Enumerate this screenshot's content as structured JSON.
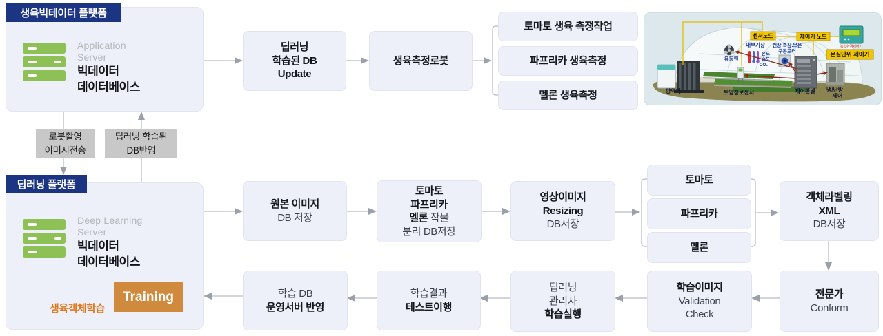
{
  "colors": {
    "badge_navy": "#1b3583",
    "box_lavender": "#edf0f9",
    "gray_label": "#c8c8c8",
    "server_green": "#8ec155",
    "training_orange": "#cf8a3d",
    "accent_orange": "#e2761a",
    "yellow_tag": "#f3c400",
    "blue_note": "#1d3f9e"
  },
  "top": {
    "badge": "생육빅테이터 플랫폼",
    "server": {
      "en1": "Application",
      "en2": "Server",
      "ko1": "빅데이터",
      "ko2": "데이터베이스"
    },
    "db_update": {
      "l1": "딥러닝",
      "l2": "학습된 DB",
      "l3": "Update"
    },
    "robot": "생육측정로봇",
    "tasks": [
      "토마토 생육 측정작업",
      "파프리카 생육측정",
      "멜론 생육측정"
    ]
  },
  "transfer": {
    "robot_upload": {
      "l1": "로봇촬영",
      "l2": "이미지전송"
    },
    "db_reflect": {
      "l1": "딥러닝 학습된",
      "l2": "DB반영"
    }
  },
  "bottom": {
    "badge": "딥러닝 플랫폼",
    "server": {
      "en1": "Deep Learning",
      "en2": "Server",
      "ko1": "빅데이터",
      "ko2": "데이터베이스"
    },
    "training": "Training",
    "training_label": "생육객체학습",
    "origin": {
      "b1": "원본 이미지",
      "r1": "DB 저장"
    },
    "separate": {
      "b1": "토마토",
      "b2": "파프리카",
      "b3": "멜론",
      "r3": " 작물",
      "r4": "분리 DB저장"
    },
    "resizing": {
      "b1": "영상이미지",
      "b2": "Resizing",
      "r1": "DB저장"
    },
    "crops": [
      "토마토",
      "파프리카",
      "멜론"
    ],
    "labeling": {
      "b1": "객체라벨링",
      "b2": "XML",
      "r1": "DB저장"
    },
    "expert": {
      "b1": "전문가",
      "r1": "Conform"
    },
    "validation": {
      "b1": "학습이미지",
      "r1": "Validation",
      "r2": "Check"
    },
    "train_run": {
      "r1": "딥러닝",
      "r2": "관리자",
      "b1": "학습실행"
    },
    "test": {
      "r1": "학습결과",
      "b1": "테스트이행"
    },
    "deploy": {
      "r1": "학습 DB",
      "b1": "운영서버 반영"
    }
  },
  "greenhouse": {
    "sensor_node": "센서노드",
    "controller_node": "제어기 노드",
    "unit_controller": "온실단위 제어기",
    "device_caption": "복합환경제어기",
    "inner_weather": "내부기상",
    "motor1": "천장.측장.보온",
    "motor2": "구동모터",
    "fan": "유동팬",
    "temp": "온도",
    "humid": "습도",
    "co2": "CO₂",
    "nutrient": "양액기",
    "soil_sensor": "토양정보센서",
    "panel": "제어판넬",
    "hvac1": "냉/난방",
    "hvac2": "제어"
  }
}
